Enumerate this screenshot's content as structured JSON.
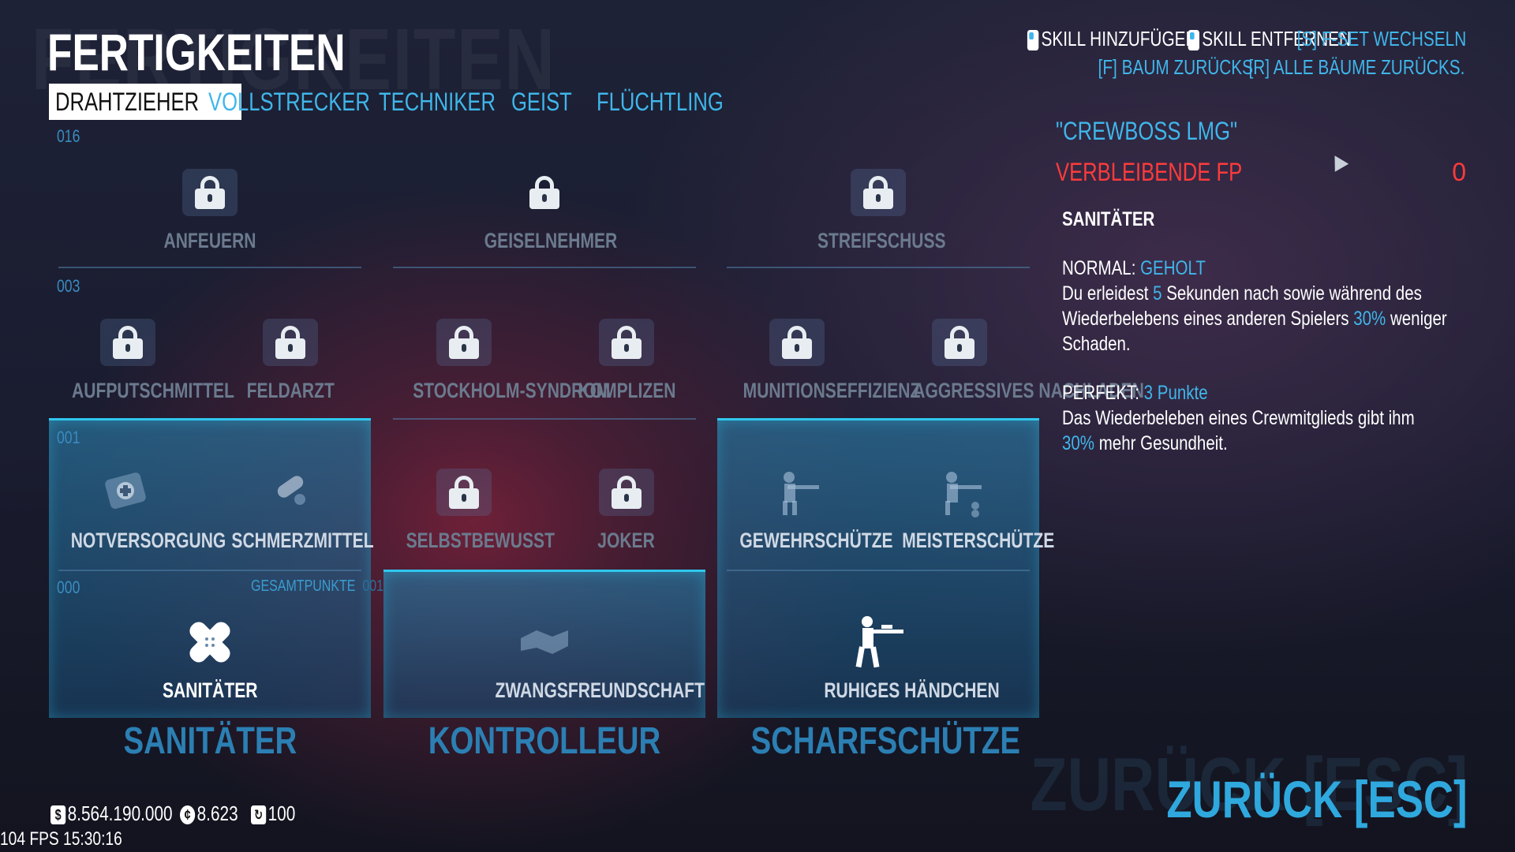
{
  "header": {
    "title": "FERTIGKEITEN",
    "bg_title": "FERTIGKEITEN",
    "tabs": [
      "DRAHTZIEHER",
      "VOLLSTRECKER",
      "TECHNIKER",
      "GEIST",
      "FLÜCHTLING"
    ],
    "active_tab": "DRAHTZIEHER"
  },
  "hints": {
    "add": "SKILL HINZUFÜGEN",
    "remove": "SKILL ENTFERNEN",
    "switch": "[S] F-SET WECHSELN",
    "reset_tree": "[F] BAUM ZURÜCKS.",
    "reset_all": "[R] ALLE BÄUME ZURÜCKS."
  },
  "tiers": {
    "t4": "016",
    "t3": "003",
    "t2": "001",
    "t1": "000"
  },
  "skills": {
    "anfeuern": "ANFEUERN",
    "geiselnehmer": "GEISELNEHMER",
    "streifschuss": "STREIFSCHUSS",
    "aufputschmittel": "AUFPUTSCHMITTEL",
    "feldarzt": "FELDARZT",
    "stockholm": "STOCKHOLM-SYNDROM",
    "komplizen": "KOMPLIZEN",
    "munition": "MUNITIONSEFFIZIENZ",
    "nachladen": "AGGRESSIVES NACHLADEN",
    "notversorgung": "NOTVERSORGUNG",
    "schmerzmittel": "SCHMERZMITTEL",
    "selbstbewusst": "SELBSTBEWUSST",
    "joker": "JOKER",
    "gewehrschuetze": "GEWEHRSCHÜTZE",
    "meisterschuetze": "MEISTERSCHÜTZE",
    "sanitaeter": "SANITÄTER",
    "zwangsfreundschaft": "ZWANGSFREUNDSCHAFT",
    "ruhiges": "RUHIGES HÄNDCHEN"
  },
  "gesamtpunkte": {
    "label": "GESAMTPUNKTE",
    "value": "001"
  },
  "trees": {
    "sanitaeter": "SANITÄTER",
    "kontrolleur": "KONTROLLEUR",
    "scharfschuetze": "SCHARFSCHÜTZE"
  },
  "detail": {
    "set_name": "\"CREWBOSS LMG\"",
    "fp_label": "VERBLEIBENDE FP",
    "fp_value": "0",
    "skill_name": "SANITÄTER",
    "normal_label": "NORMAL:",
    "normal_status": "GEHOLT",
    "normal_text_1": "Du erleidest ",
    "normal_num_1": "5",
    "normal_text_2": " Sekunden nach sowie während des Wiederbelebens eines anderen Spielers ",
    "normal_num_2": "30%",
    "normal_text_3": " weniger Schaden.",
    "perfekt_label": "PERFEKT:",
    "perfekt_points": "3 Punkte",
    "perfekt_text_1": "Das Wiederbeleben eines Crewmitglieds gibt ihm ",
    "perfekt_num": "30%",
    "perfekt_text_2": " mehr Gesundheit."
  },
  "footer": {
    "back_ghost": "ZURÜCK [ESC]",
    "back": "ZURÜCK [ESC]",
    "money": "8.564.190.000",
    "coins": "8.623",
    "level": "100",
    "fps": "104 FPS 15:30:16"
  },
  "colors": {
    "accent_blue": "#3fb6ea",
    "fp_red": "#ff3b3b",
    "panel_border": "#2fc8ee"
  }
}
